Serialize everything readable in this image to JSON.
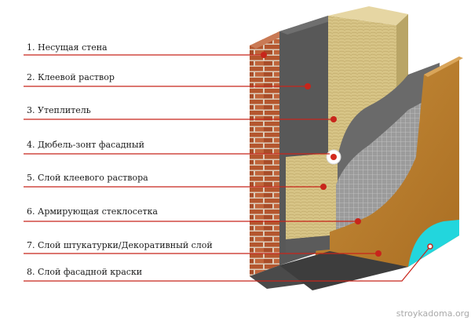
{
  "labels": [
    "1. Несущая стена",
    "2. Клеевой раствор",
    "3. Утеплитель",
    "4. Дюбель-зонт фасадный",
    "5. Слой клеевого раствора",
    "6. Армирующая стеклосетка",
    "7. Слой штукатурки/Декоративный слой",
    "8. Слой фасадной краски"
  ],
  "watermark": "stroykadoma.org",
  "colors": {
    "leader_line": "#c8251b",
    "brick": "#b4562e",
    "mortar": "#d9c8b4",
    "adhesive": "#5a5a5a",
    "insulation": "#d8c489",
    "mesh": "#8a8a8a",
    "plaster": "#b97d2a",
    "paint": "#22d6dd"
  },
  "icons": [
    "brick-wall-icon",
    "dowel-umbrella-icon"
  ]
}
